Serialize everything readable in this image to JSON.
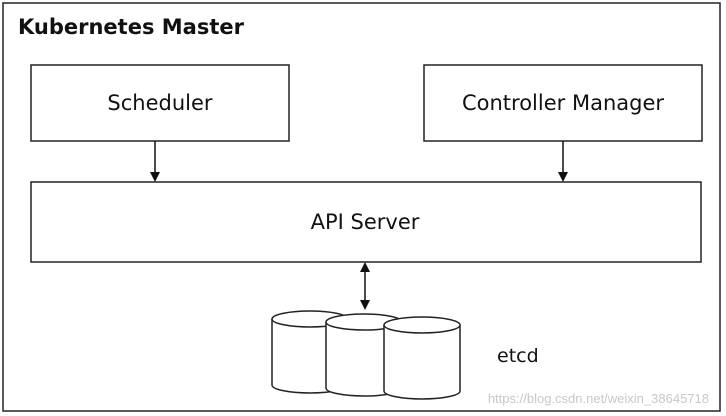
{
  "diagram": {
    "title": "Kubernetes Master",
    "components": {
      "scheduler": "Scheduler",
      "controller_manager": "Controller Manager",
      "api_server": "API Server",
      "etcd": "etcd"
    },
    "watermark": "https://blog.csdn.net/weixin_38645718"
  }
}
